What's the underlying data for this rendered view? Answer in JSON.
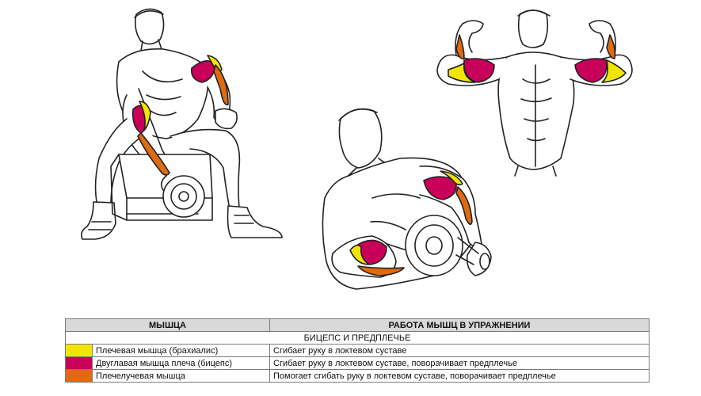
{
  "colors": {
    "brachialis": "#f2e600",
    "biceps": "#c8005a",
    "brachioradialis": "#e06a10",
    "header_bg": "#d9d9d9",
    "line": "#222222"
  },
  "table": {
    "headers": [
      "МЫШЦА",
      "РАБОТА МЫШЦ В УПРАЖНЕНИИ"
    ],
    "section_title": "БИЦЕПС И ПРЕДПЛЕЧЬЕ",
    "rows": [
      {
        "swatch": "yellow",
        "muscle": "Плечевая мышца (брахиалис)",
        "action": "Сгибает руку в локтевом суставе"
      },
      {
        "swatch": "magenta",
        "muscle": "Двуглавая мышца плеча (бицепс)",
        "action": "Сгибает руку в локтевом суставе, поворачивает предплечье"
      },
      {
        "swatch": "orange",
        "muscle": "Плечелучевая мышца",
        "action": "Помогает сгибать руку в локтевом суставе, поворачивает предплечье"
      }
    ]
  }
}
